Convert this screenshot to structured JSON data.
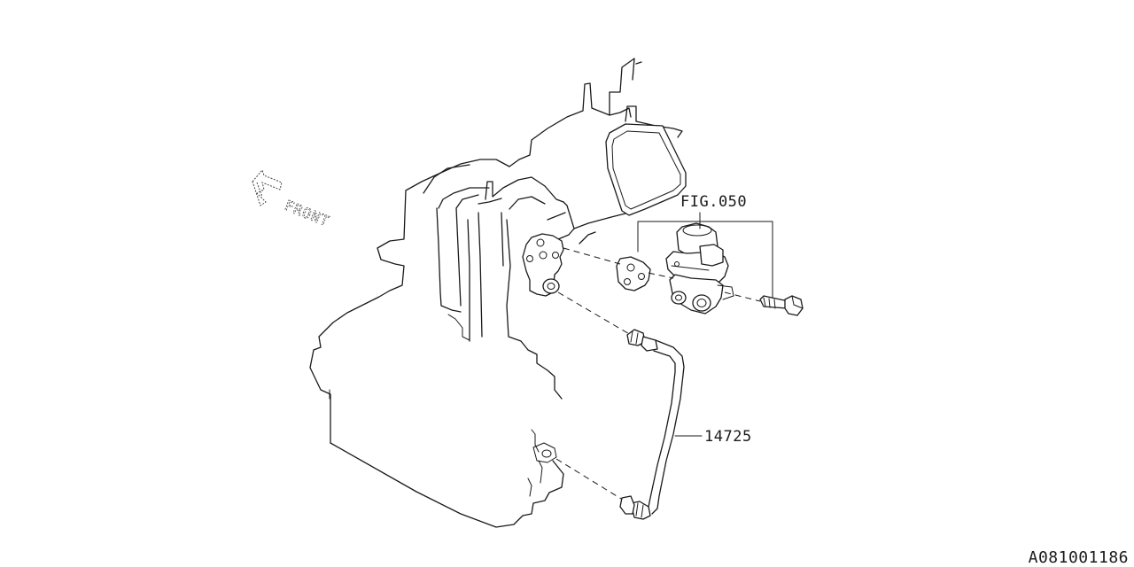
{
  "diagram": {
    "front_label": "FRONT",
    "callouts": [
      {
        "id": "fig",
        "text": "FIG.050"
      },
      {
        "id": "pipe",
        "text": "14725"
      }
    ],
    "drawing_code": "A081001186"
  }
}
